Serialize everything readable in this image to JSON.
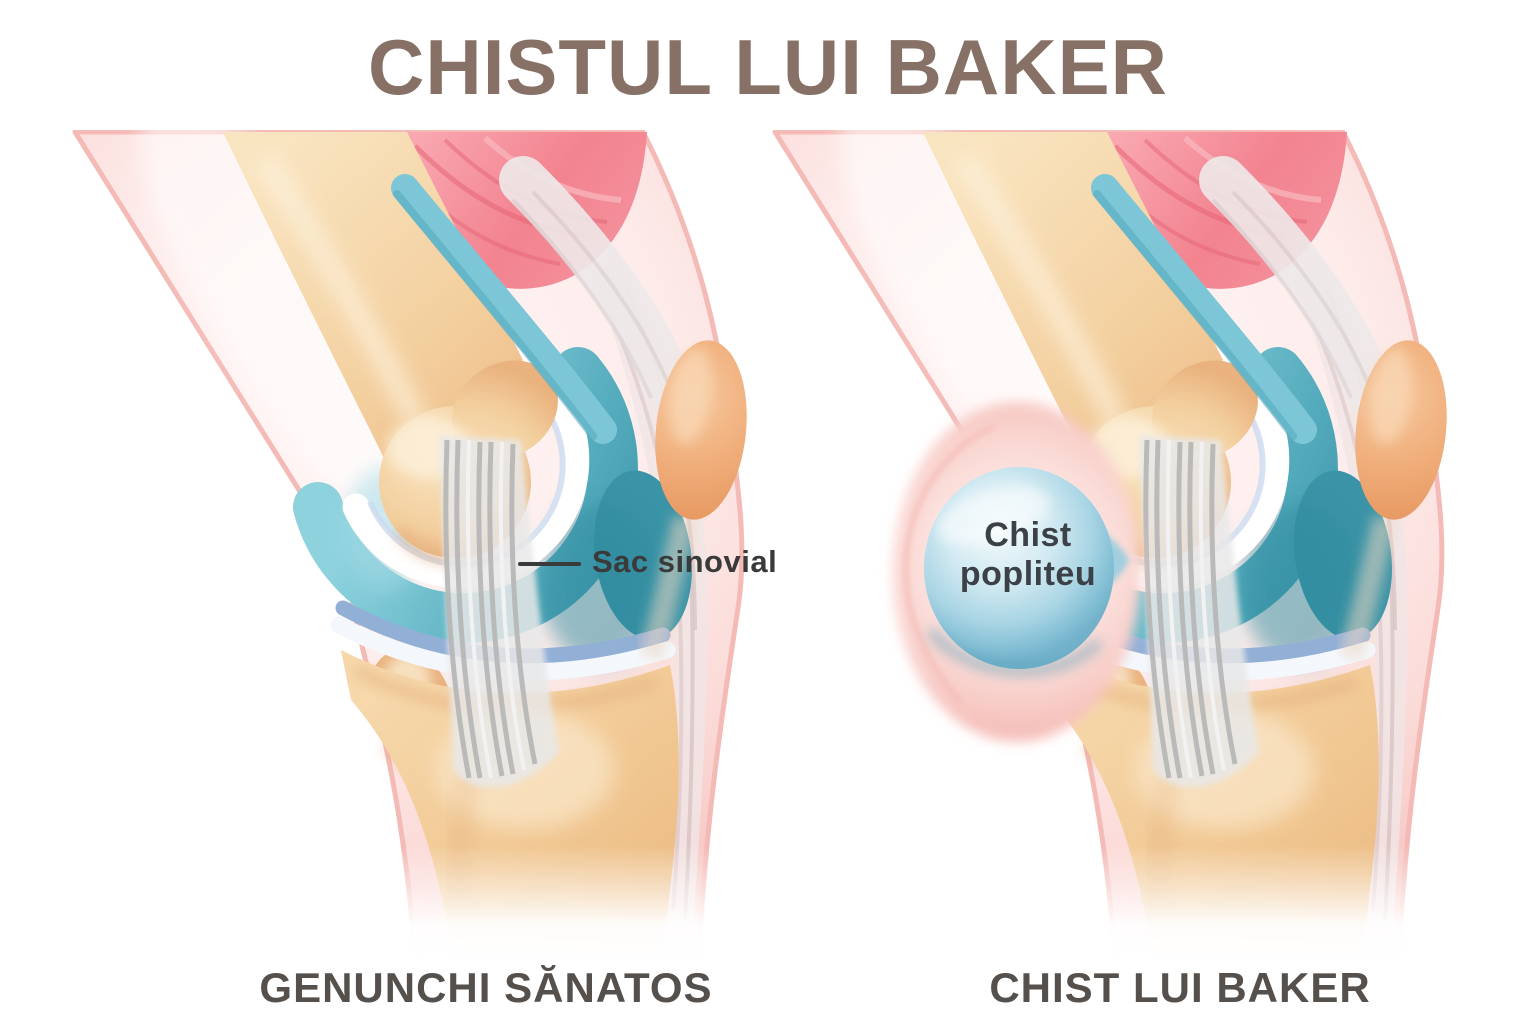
{
  "title": {
    "text": "CHISTUL LUI BAKER"
  },
  "figures": {
    "left": {
      "caption": "GENUNCHI SĂNATOS",
      "annotation": "Sac sinovial"
    },
    "right": {
      "caption": "CHIST LUI BAKER",
      "cyst_line1": "Chist",
      "cyst_line2": "popliteu"
    }
  },
  "colors": {
    "title": "#877166",
    "caption": "#55504b",
    "annotation": "#3a3a3a",
    "cyst_label": "#3b4146",
    "skin": "#fbdbd8",
    "skin_edge": "#f4bab6",
    "bone": "#f3cf9e",
    "muscle": "#f0808e",
    "capsule_teal": "#5fb0c2",
    "cartilage": "#ffffff",
    "meniscus": "#92afd6",
    "ligament": "#b5b5b5",
    "patella": "#efab77",
    "cyst_fill": "#9fd0e0"
  }
}
